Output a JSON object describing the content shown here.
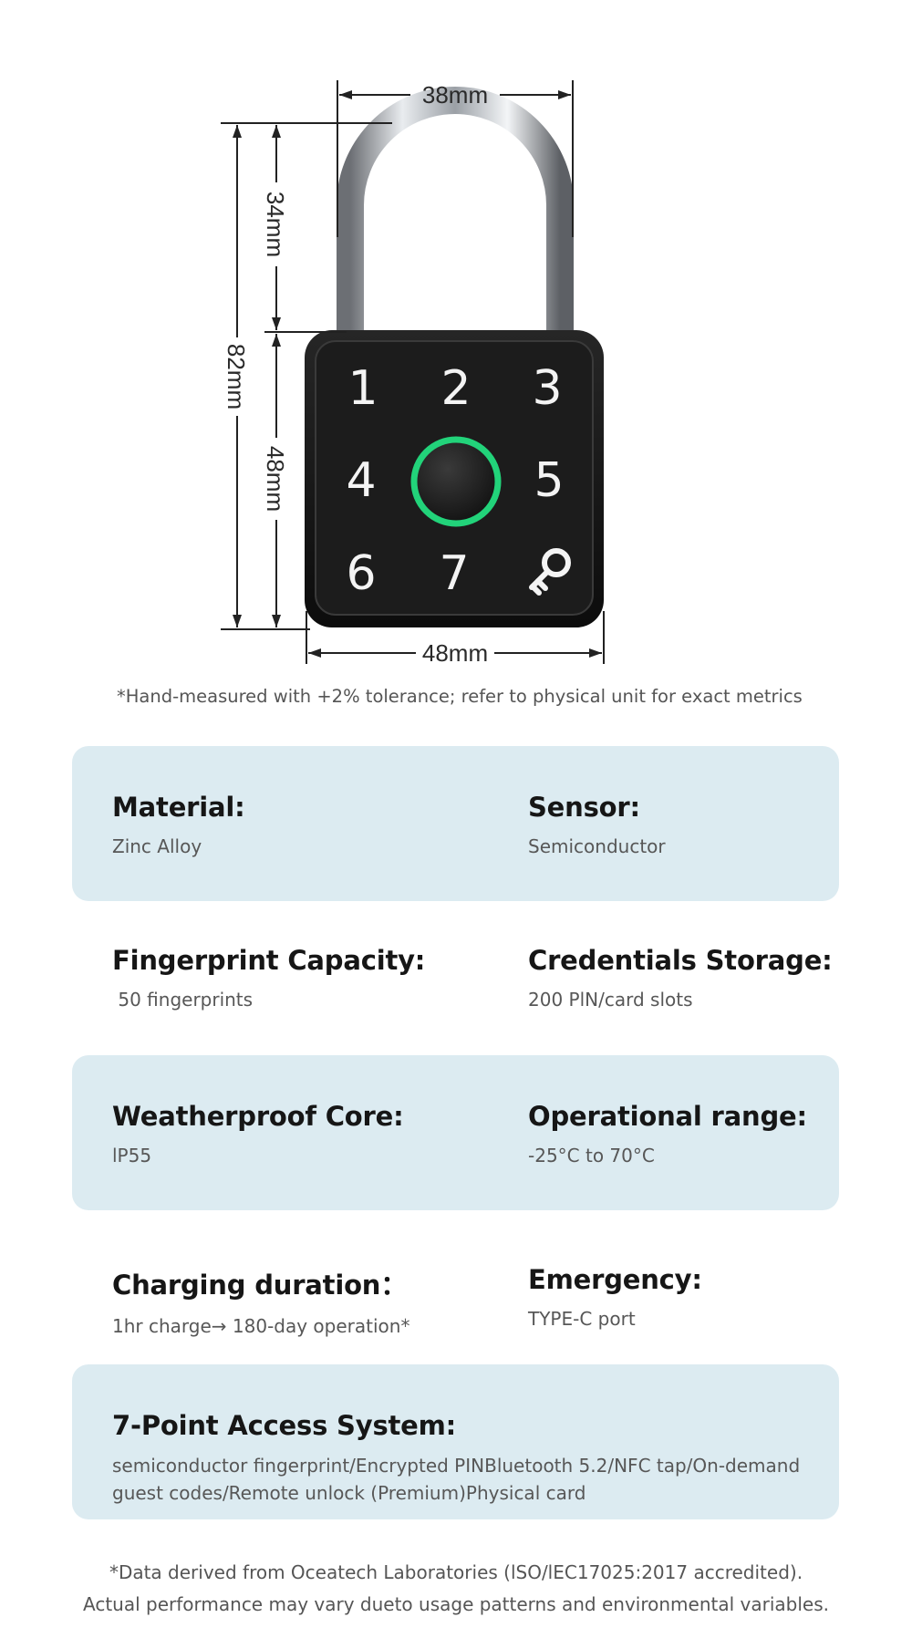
{
  "dimensions": {
    "width_top": "38mm",
    "shackle_height": "34mm",
    "total_height": "82mm",
    "body_height": "48mm",
    "width_bottom": "48mm"
  },
  "keypad": {
    "keys": [
      "1",
      "2",
      "3",
      "4",
      "5",
      "6",
      "7"
    ],
    "fingerprint_ring_color": "#22d37a",
    "key_icon": "key-icon"
  },
  "tolerance_note": "*Hand-measured with +2% tolerance; refer to physical unit for exact metrics",
  "specs": [
    [
      {
        "label": "Material:",
        "value": "Zinc Alloy"
      },
      {
        "label": "Sensor:",
        "value": "Semiconductor"
      }
    ],
    [
      {
        "label": "Fingerprint Capacity:",
        "value": " 50 fingerprints"
      },
      {
        "label": "Credentials Storage:",
        "value": "200 PlN/card slots"
      }
    ],
    [
      {
        "label": "Weatherproof Core:",
        "value": "lP55"
      },
      {
        "label": "Operational range:",
        "value": "-25°C to 70°C"
      }
    ],
    [
      {
        "label": "Charging duration：",
        "value": "1hr charge→ 180-day operation*"
      },
      {
        "label": "Emergency:",
        "value": "TYPE-C port"
      }
    ]
  ],
  "access_system": {
    "label": "7-Point Access System:",
    "value": "semiconductor fingerprint/Encrypted PINBluetooth 5.2/NFC tap/On-demand guest codes/Remote unlock (Premium)Physical card"
  },
  "footnote": {
    "line1": "*Data derived from Oceatech Laboratories (lSO/lEC17025:2017 accredited).",
    "line2": "Actual performance may vary dueto usage patterns and environmental variables."
  },
  "colors": {
    "card_background": "#dcebf1",
    "lock_body": "#161616",
    "accent_green": "#22d37a"
  }
}
